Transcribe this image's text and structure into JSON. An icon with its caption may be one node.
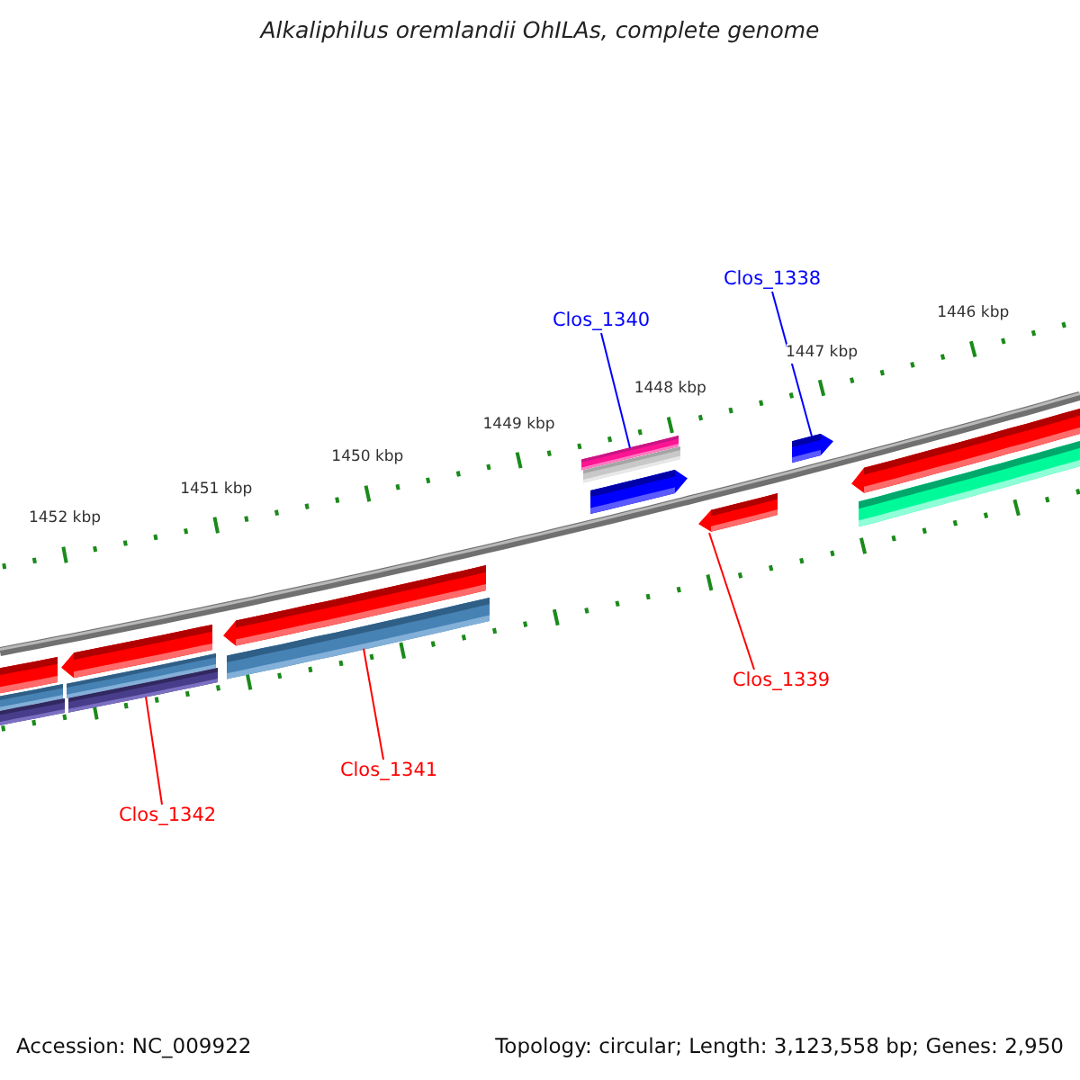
{
  "diagram": {
    "title": "Alkaliphilus oremlandii OhILAs, complete genome",
    "nodes": [
      {
        "text": [
          "Clos_1338"
        ]
      },
      {
        "text": [
          "Clos_1340"
        ]
      },
      {
        "text": [],
        "shape": "bar"
      },
      {
        "text": [],
        "shape": "bar"
      },
      {
        "text": [],
        "shape": "arrow"
      },
      {
        "text": [],
        "shape": "arrow"
      },
      {
        "text": [],
        "shape": "arrow"
      },
      {
        "text": [],
        "shape": "bar"
      },
      {
        "text": [],
        "shape": "arrow"
      },
      {
        "text": [],
        "shape": "arrow"
      },
      {
        "text": [],
        "shape": "bar"
      },
      {
        "text": [],
        "shape": "bar"
      },
      {
        "text": [],
        "shape": "arrow"
      },
      {
        "text": [],
        "shape": "bar"
      },
      {
        "text": [],
        "shape": "bar"
      },
      {
        "text": [],
        "shape": "bar"
      },
      {
        "text": [],
        "shape": "bar"
      },
      {
        "text": [
          "Clos_1339"
        ]
      },
      {
        "text": [
          "Clos_1341"
        ]
      },
      {
        "text": [
          "Clos_1342"
        ]
      }
    ],
    "edges": [
      {
        "from": 0,
        "to": 5,
        "arrow": "none",
        "color": "#0000ff"
      },
      {
        "from": 1,
        "to": 2,
        "arrow": "none",
        "color": "#0000ff"
      },
      {
        "from": 17,
        "to": 8,
        "arrow": "none",
        "color": "#ff0000"
      },
      {
        "from": 18,
        "to": 10,
        "arrow": "none",
        "color": "#ff0000"
      },
      {
        "from": 19,
        "to": 16,
        "arrow": "none",
        "color": "#ff0000"
      }
    ],
    "labels": [
      "1452 kbp",
      "1451 kbp",
      "1450 kbp",
      "1449 kbp",
      "1448 kbp",
      "1447 kbp",
      "1446 kbp",
      "Accession: NC_009922",
      "Topology: circular; Length: 3,123,558 bp; Genes: 2,950"
    ]
  }
}
